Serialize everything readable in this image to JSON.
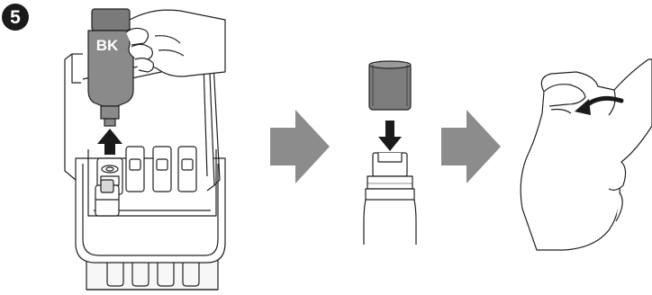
{
  "step": {
    "number": "5"
  },
  "panel1": {
    "bottle_label": "BK"
  },
  "colors": {
    "ink_dark": "#1a1a1a",
    "bottle_gray": "#8a8a8a",
    "cap_gray": "#7d7d7d",
    "arrow_gray": "#8c8c8c",
    "line": "#231f20",
    "fill_light": "#f2f2f2"
  },
  "icons": {
    "step_badge": "step-number-badge",
    "process_arrow": "right-arrow-icon",
    "down_arrow": "down-arrow-icon",
    "up_arrow": "up-arrow-icon",
    "rotate_arrow": "tighten-cap-arrow-icon"
  }
}
